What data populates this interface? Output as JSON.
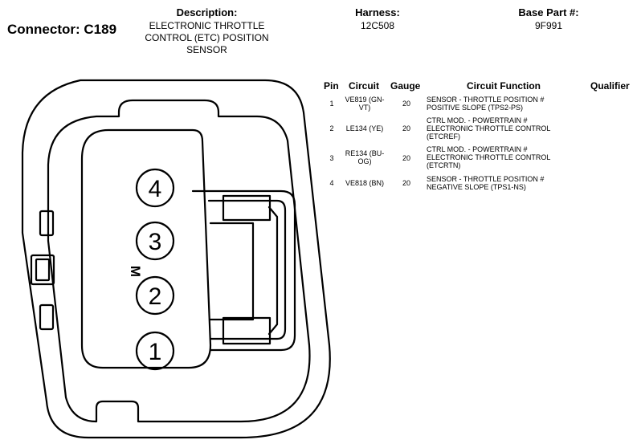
{
  "header": {
    "connector_title": "Connector: C189",
    "description_label": "Description:",
    "description_lines": [
      "ELECTRONIC THROTTLE",
      "CONTROL (ETC) POSITION",
      "SENSOR"
    ],
    "harness_label": "Harness:",
    "harness_value": "12C508",
    "base_part_label": "Base Part #:",
    "base_part_value": "9F991"
  },
  "table": {
    "columns": [
      "Pin",
      "Circuit",
      "Gauge",
      "Circuit Function",
      "Qualifier"
    ],
    "rows": [
      {
        "pin": "1",
        "circuit": [
          "VE819 (GN-",
          "VT)"
        ],
        "gauge": "20",
        "function": [
          "SENSOR - THROTTLE POSITION #",
          "POSITIVE SLOPE (TPS2-PS)"
        ],
        "qualifier": ""
      },
      {
        "pin": "2",
        "circuit": [
          "LE134 (YE)"
        ],
        "gauge": "20",
        "function": [
          "CTRL MOD. - POWERTRAIN #",
          "ELECTRONIC THROTTLE CONTROL",
          "(ETCREF)"
        ],
        "qualifier": ""
      },
      {
        "pin": "3",
        "circuit": [
          "RE134 (BU-",
          "OG)"
        ],
        "gauge": "20",
        "function": [
          "CTRL MOD. - POWERTRAIN #",
          "ELECTRONIC THROTTLE CONTROL",
          "(ETCRTN)"
        ],
        "qualifier": ""
      },
      {
        "pin": "4",
        "circuit": [
          "VE818 (BN)"
        ],
        "gauge": "20",
        "function": [
          "SENSOR - THROTTLE POSITION #",
          "NEGATIVE SLOPE (TPS1-NS)"
        ],
        "qualifier": ""
      }
    ]
  },
  "diagram": {
    "pin_labels": [
      "4",
      "3",
      "2",
      "1"
    ],
    "keying_mark": "M",
    "line_color": "#000000",
    "background": "#ffffff"
  }
}
